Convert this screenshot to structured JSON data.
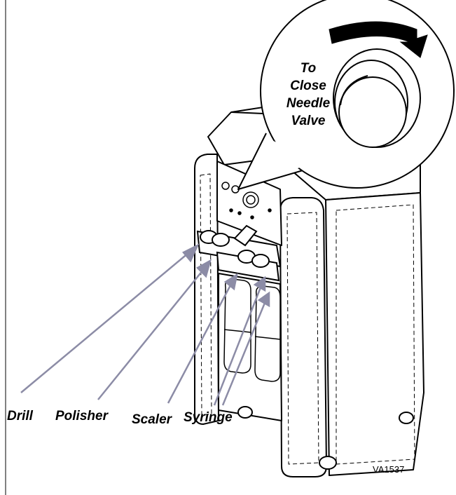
{
  "callout": {
    "lines": [
      "To",
      "Close",
      "Needle",
      "Valve"
    ]
  },
  "labels": {
    "drill": "Drill",
    "polisher": "Polisher",
    "scaler": "Scaler",
    "syringe": "Syringe"
  },
  "figure_id": "VA1537"
}
